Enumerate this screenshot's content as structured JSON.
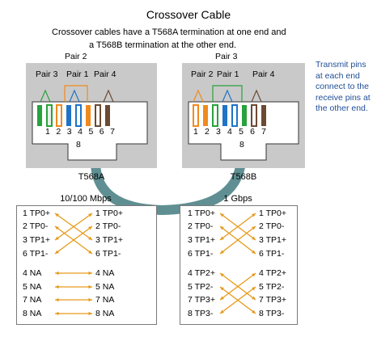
{
  "title": "Crossover Cable",
  "subtitle": {
    "line1": "Crossover cables have a T568A termination at one end and",
    "line2": "a T568B termination at the other end."
  },
  "note": {
    "line1": "Transmit pins",
    "line2": "at each end",
    "line3": "connect to the",
    "line4": "receive pins at",
    "line5": "the other end."
  },
  "left_connector": {
    "name": "T568A",
    "pair_top": "Pair 2",
    "pair_labels": [
      "Pair 3",
      "Pair 1",
      "Pair 4"
    ],
    "pins": [
      "1",
      "2",
      "3",
      "4",
      "5",
      "6",
      "7",
      "8"
    ],
    "bottom_pin": "8"
  },
  "right_connector": {
    "name": "T568B",
    "pair_top": "Pair 3",
    "pair_labels": [
      "Pair 2",
      "Pair 1",
      "Pair 4"
    ],
    "pins": [
      "1",
      "2",
      "3",
      "4",
      "5",
      "6",
      "7",
      "8"
    ],
    "bottom_pin": "8"
  },
  "mbps_panel": {
    "title": "10/100 Mbps",
    "left": [
      "1 TP0+",
      "2 TP0-",
      "3 TP1+",
      "6 TP1-",
      "4 NA",
      "5 NA",
      "7 NA",
      "8 NA"
    ],
    "right": [
      "1 TP0+",
      "2 TP0-",
      "3 TP1+",
      "6 TP1-",
      "4 NA",
      "5 NA",
      "7 NA",
      "8 NA"
    ]
  },
  "gbps_panel": {
    "title": "1 Gbps",
    "left": [
      "1 TP0+",
      "2 TP0-",
      "3 TP1+",
      "6 TP1-",
      "4 TP2+",
      "5 TP2-",
      "7 TP3+",
      "8 TP3-"
    ],
    "right": [
      "1 TP0+",
      "2 TP0-",
      "3 TP1+",
      "6 TP1-",
      "4 TP2+",
      "5 TP2-",
      "7 TP3+",
      "8 TP3-"
    ]
  },
  "colors": {
    "cable": "#5f8f92",
    "arrow": "#e69a1a",
    "connector_bg": "#c9c9c9",
    "note": "#1f4e96",
    "green": "#28a23c",
    "orange": "#f08a1e",
    "blue": "#1f74c6",
    "brown": "#6b4a32"
  }
}
